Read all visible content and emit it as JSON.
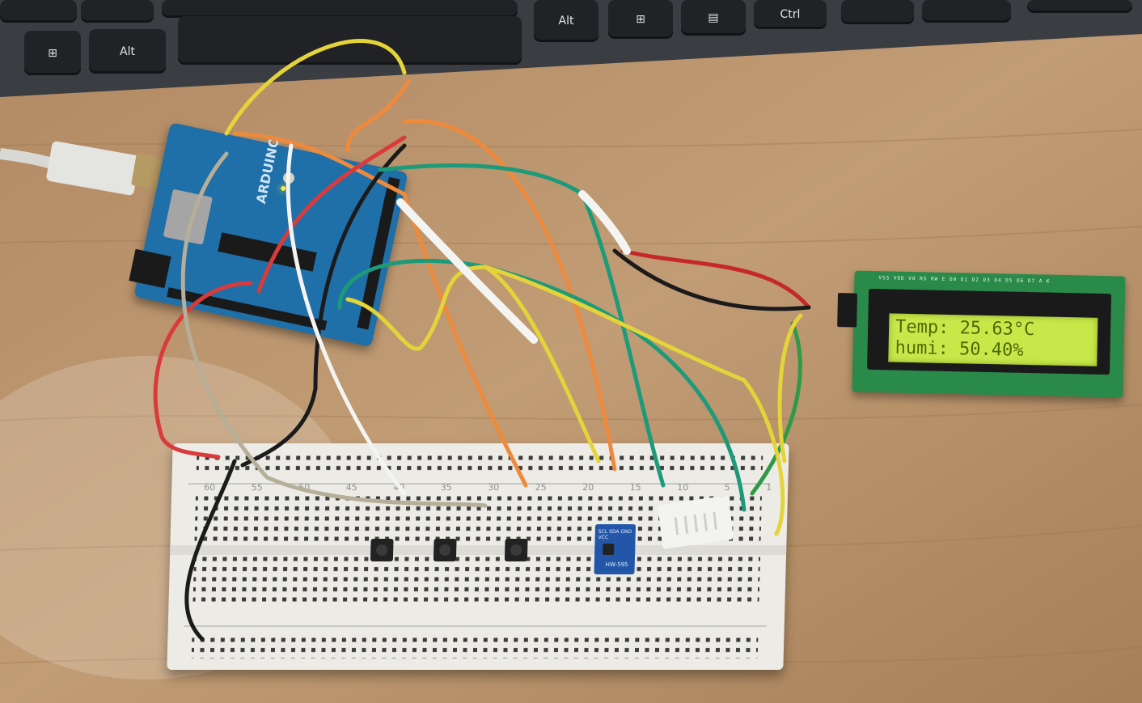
{
  "keyboard": {
    "keys": [
      "Alt",
      "Alt",
      "Ctrl"
    ]
  },
  "lcd": {
    "pin_labels": "VSS VDD V0 RS RW E D0 D1 D2 D3 D4 D5 D6 D7 A K",
    "line1": "Temp: 25.63°C",
    "line2": "humi: 50.40%"
  },
  "breadboard": {
    "column_numbers": [
      "60",
      "55",
      "50",
      "45",
      "40",
      "35",
      "30",
      "25",
      "20",
      "15",
      "10",
      "5",
      "1"
    ]
  },
  "modules": {
    "sensor_label": "HW-595",
    "sensor_pins": "SCL SDA GND VCC"
  },
  "arduino": {
    "logo": "ARDUINO"
  },
  "colors": {
    "desk": "#b9926a",
    "keyboard": "#3a3d42",
    "lcd_backlight": "#c8e84a",
    "lcd_text": "#4d6a08",
    "arduino_board": "#1f6fa8",
    "breadboard": "#ecebe6"
  }
}
